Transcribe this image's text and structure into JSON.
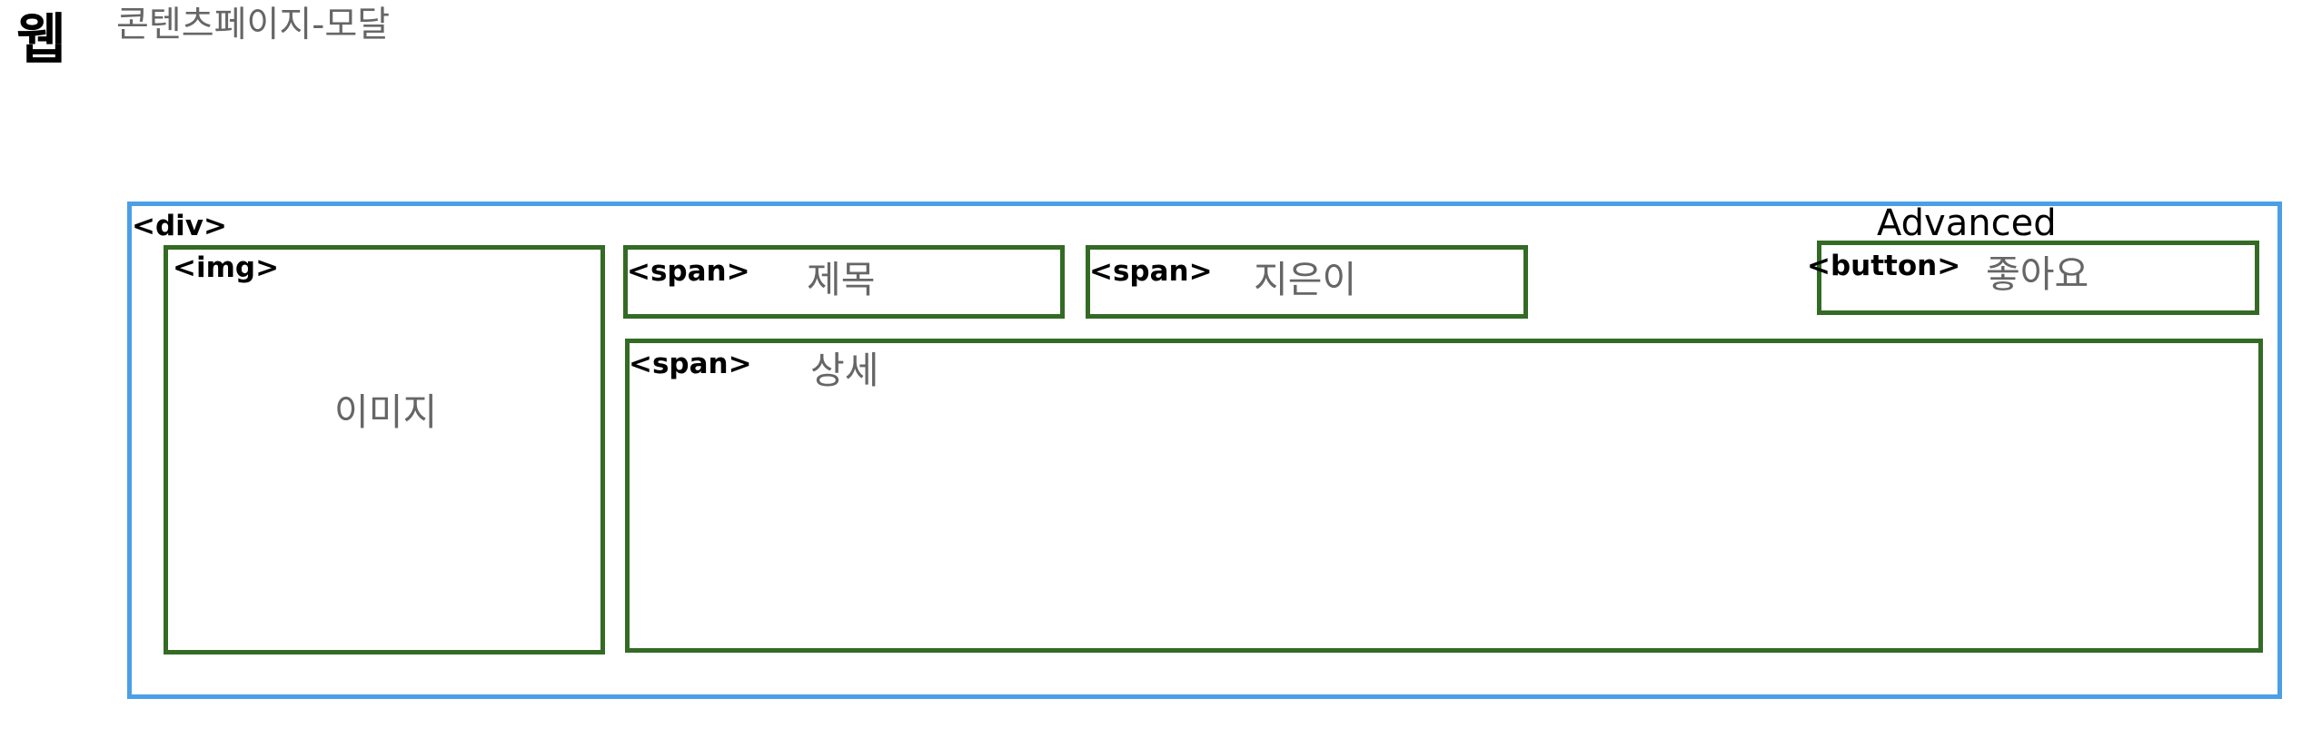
{
  "header": {
    "title": "웹",
    "subtitle": "콘텐츠페이지-모달"
  },
  "container": {
    "tag": "<div>",
    "note": "Advanced"
  },
  "image_box": {
    "tag": "<img>",
    "label": "이미지"
  },
  "title_span": {
    "tag": "<span>",
    "label": "제목"
  },
  "author_span": {
    "tag": "<span>",
    "label": "지은이"
  },
  "like_button": {
    "tag": "<button>",
    "label": "좋아요"
  },
  "detail_span": {
    "tag": "<span>",
    "label": "상세"
  },
  "colors": {
    "container_border": "#4a9fe6",
    "element_border": "#336b25",
    "label_text": "#666666"
  }
}
